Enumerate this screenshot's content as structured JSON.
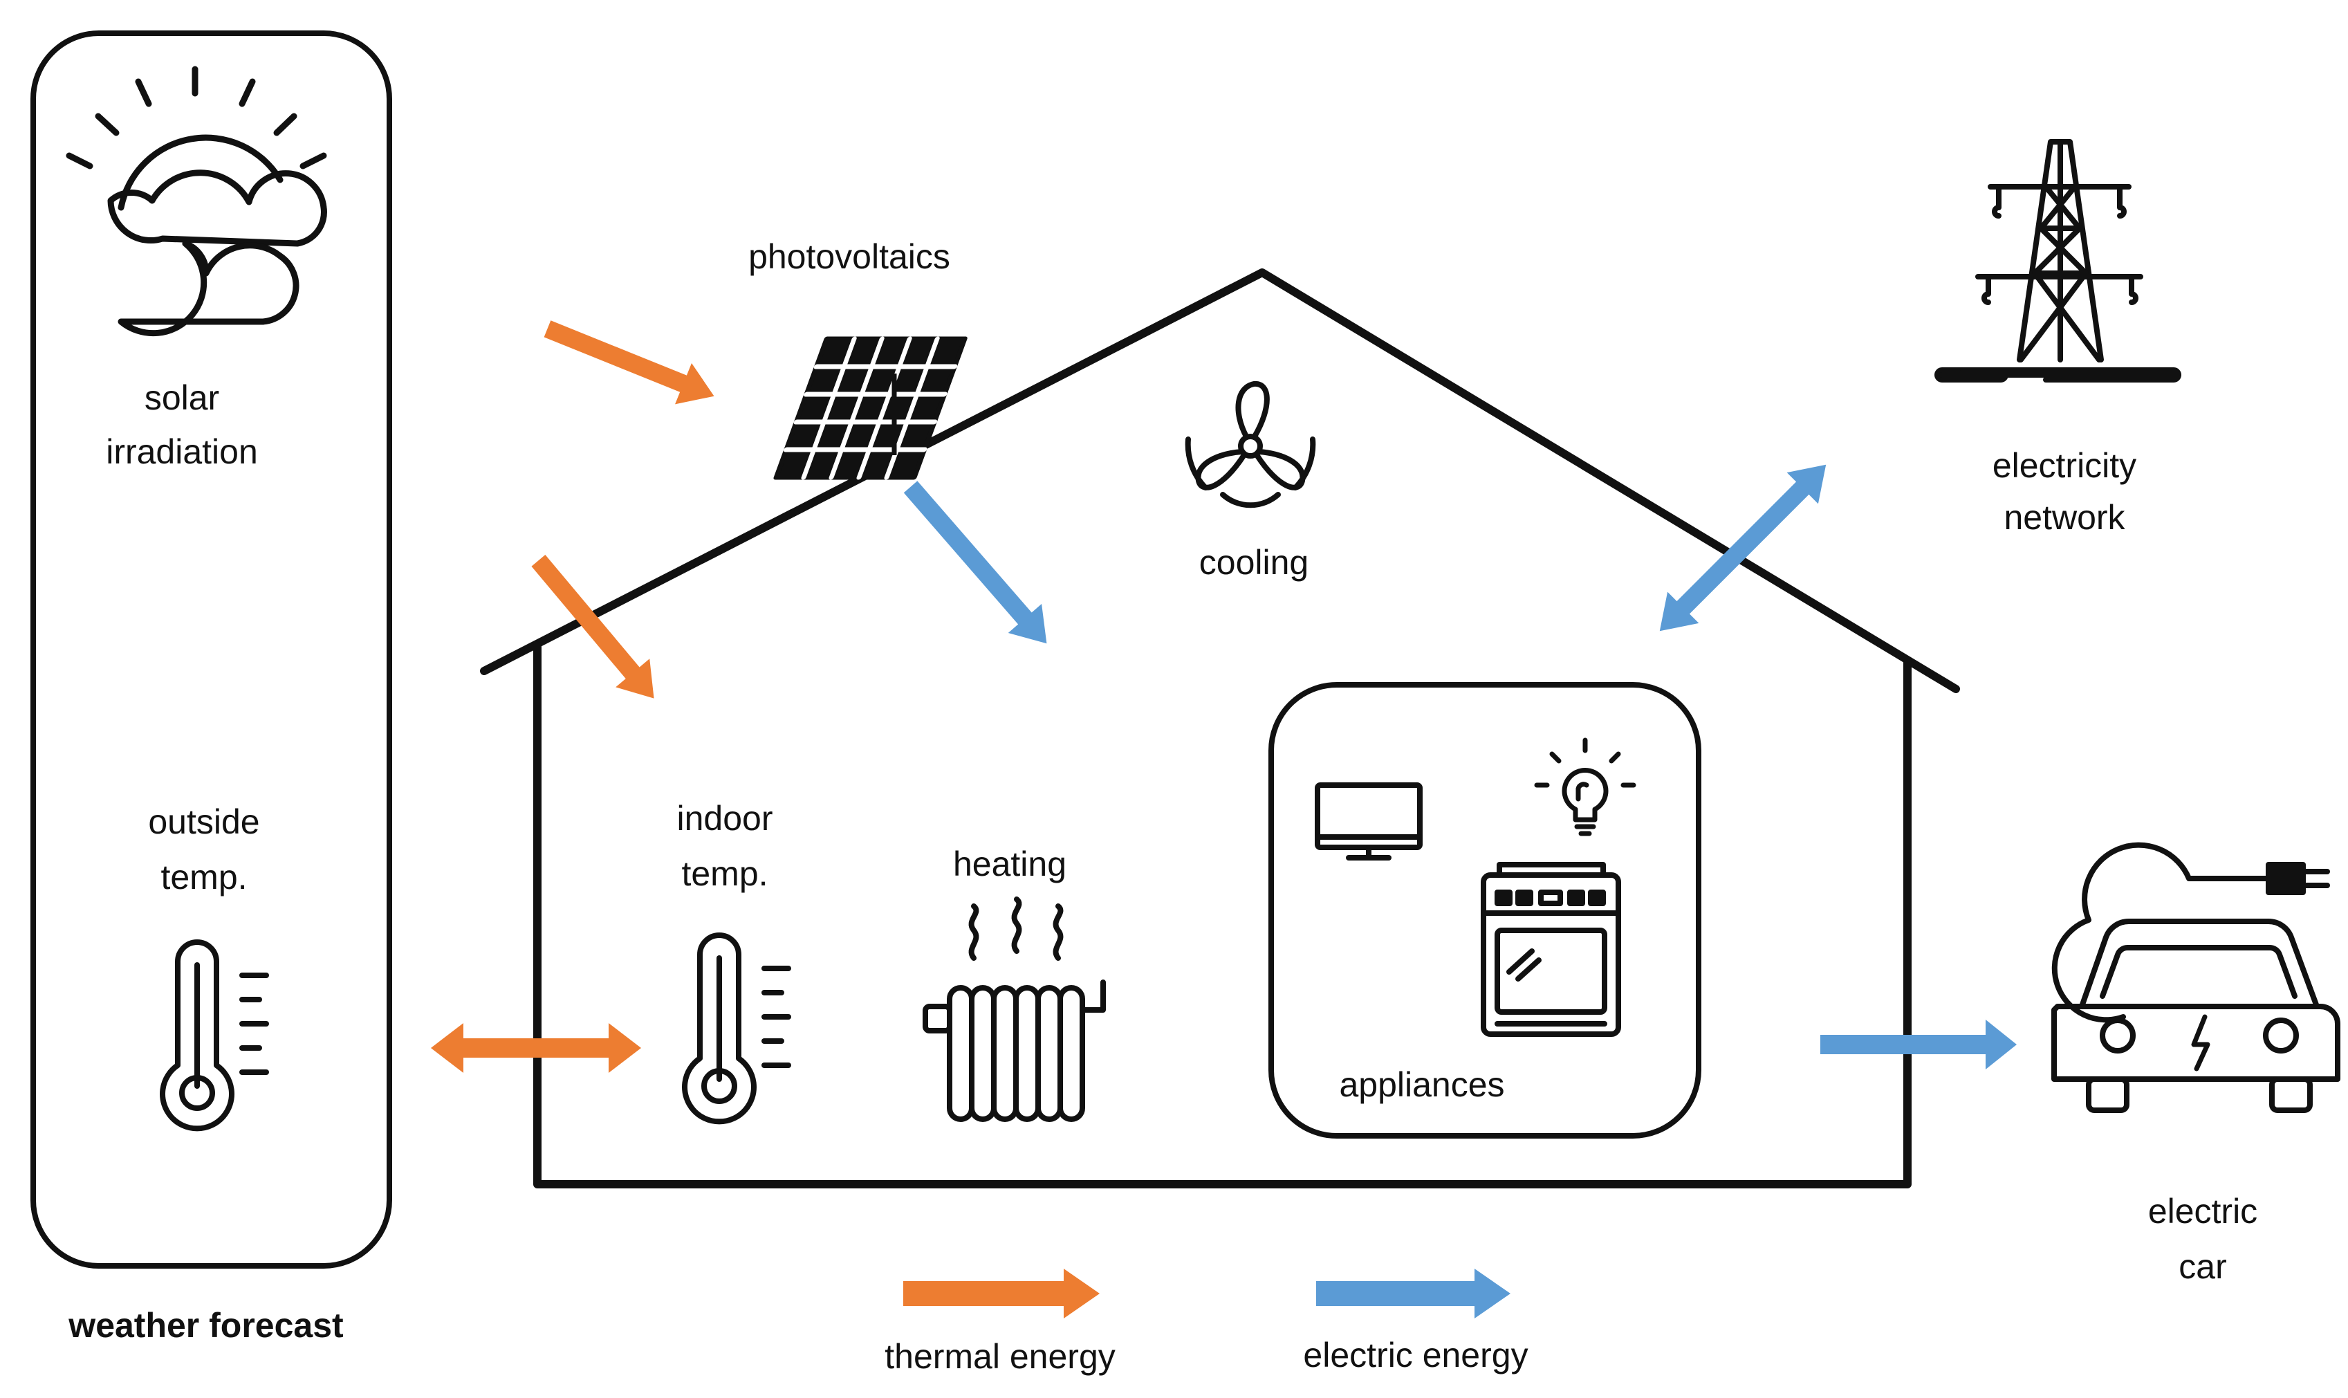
{
  "colors": {
    "thermal": "#ED7D31",
    "electric": "#5B9BD5",
    "ink": "#111111",
    "background": "#ffffff"
  },
  "weather_panel": {
    "title": "weather forecast",
    "solar_line1": "solar",
    "solar_line2": "irradiation",
    "outside_line1": "outside",
    "outside_line2": "temp."
  },
  "house": {
    "photovoltaics": "photovoltaics",
    "cooling": "cooling",
    "indoor_line1": "indoor",
    "indoor_line2": "temp.",
    "heating": "heating",
    "appliances": "appliances"
  },
  "grid": {
    "line1": "electricity",
    "line2": "network"
  },
  "car": {
    "line1": "electric",
    "line2": "car"
  },
  "legend": {
    "thermal_label": "thermal energy",
    "electric_label": "electric energy"
  },
  "icons": [
    "sun-cloud-icon",
    "thermometer-icon",
    "solar-panel-icon",
    "fan-icon",
    "radiator-icon",
    "tv-icon",
    "light-bulb-icon",
    "oven-icon",
    "power-tower-icon",
    "electric-car-icon"
  ]
}
